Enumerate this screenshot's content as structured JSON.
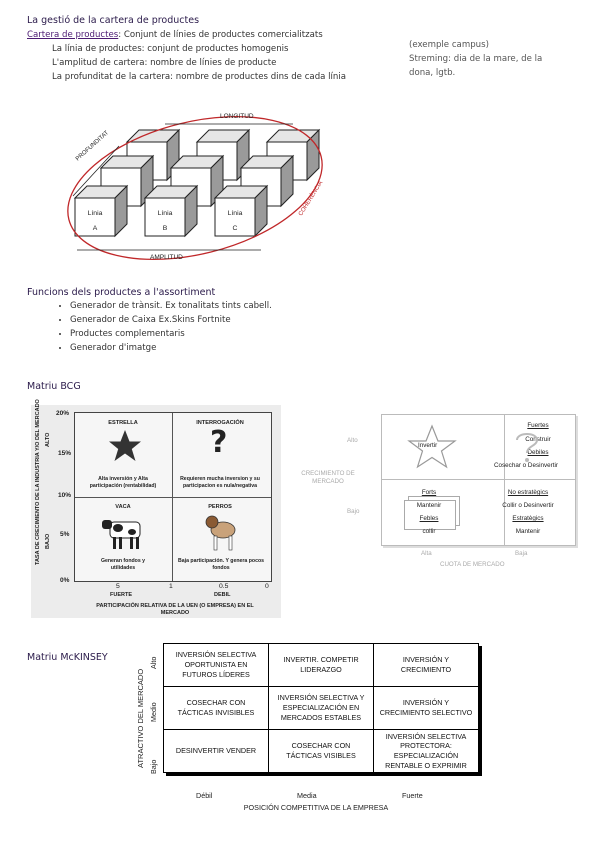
{
  "cartera": {
    "title": "La gestió de la cartera de productes",
    "def_term": "Cartera de productes",
    "def_text": ": Conjunt de línies de productes comercialitzats",
    "lines": [
      "La línia de productes: conjunt de productes homogenis",
      "L'amplitud de cartera: nombre de línies de producte",
      "La profunditat de la cartera: nombre de productes dins de cada línia"
    ],
    "note_lines": [
      "(exemple campus)",
      "Streming: dia de la mare, de la",
      "dona, lgtb."
    ]
  },
  "cube_diagram": {
    "longitud": "LONGITUD",
    "profunditat": "PROFUNDITAT",
    "amplitud": "AMPLITUD",
    "coherencia": "COHERÈNCIA",
    "lines": [
      {
        "label": "Línia",
        "letter": "A"
      },
      {
        "label": "Línia",
        "letter": "B"
      },
      {
        "label": "Línia",
        "letter": "C"
      }
    ],
    "accent": "#c0282a"
  },
  "funcions": {
    "title": "Funcions dels productes a l'assortiment",
    "items": [
      "Generador de trànsit. Ex tonalitats tints cabell.",
      "Generador de Caixa Ex.Skins Fortnite",
      "Productes complementaris",
      "Generador d'imatge"
    ]
  },
  "bcg": {
    "title": "Matriu BCG",
    "left": {
      "y_ticks": [
        "20%",
        "15%",
        "10%",
        "5%",
        "0%"
      ],
      "y_axis": "TASA DE CRECIMIENTO DE LA INDUSTRIA Y/O DEL MERCADO",
      "alto": "ALTO",
      "bajo": "BAJO",
      "x_ticks": [
        "5",
        "1",
        "0.5",
        "0"
      ],
      "fuerte": "FUERTE",
      "debil": "DEBIL",
      "x_axis": "PARTICIPACIÓN RELATIVA DE LA UEN (O EMPRESA) EN EL MERCADO",
      "q1_title": "ESTRELLA",
      "q1_text": "Alta inversión y Alta participación (rentabilidad)",
      "q2_title": "INTERROGACIÓN",
      "q2_text": "Requieren mucha inversion y su participacion es nula/negativa",
      "q3_title": "VACA",
      "q3_text": "Generan fondos y utilidades",
      "q4_title": "PERROS",
      "q4_text": "Baja participación. Y genera pocos fondos"
    },
    "right": {
      "alta_row": "Alto",
      "bajo_row": "Bajo",
      "y_axis": "CRECIMIENTO DE MERCADO",
      "x_alta": "Alta",
      "x_baja": "Baja",
      "x_axis": "CUOTA DE MERCADO",
      "star_label": "Invertir",
      "q2": [
        "Fuertes",
        "Construir",
        "Debiles",
        "Cosechar o Desinvertir"
      ],
      "q3": [
        "Forts",
        "Mantenir",
        "Febles",
        "collir"
      ],
      "q4": [
        "No estratègics",
        "Collir o Desinvertir",
        "Estratègics",
        "Mantenir"
      ]
    }
  },
  "mckinsey": {
    "title": "Matriu McKINSEY",
    "y_axis": "ATRACTIVO DEL MERCADO",
    "rows": [
      "Alto",
      "Medio",
      "Bajo"
    ],
    "cols": [
      "Débil",
      "Media",
      "Fuerte"
    ],
    "x_axis": "POSICIÓN COMPETITIVA DE LA EMPRESA",
    "cells": [
      [
        "INVERSIÓN SELECTIVA OPORTUNISTA EN FUTUROS LÍDERES",
        "INVERTIR. COMPETIR LIDERAZGO",
        "INVERSIÓN Y CRECIMIENTO"
      ],
      [
        "COSECHAR CON TÁCTICAS INVISIBLES",
        "INVERSIÓN SELECTIVA Y ESPECIALIZACIÓN EN MERCADOS ESTABLES",
        "INVERSIÓN Y CRECIMIENTO SELECTIVO"
      ],
      [
        "DESINVERTIR VENDER",
        "COSECHAR CON TÁCTICAS VISIBLES",
        "INVERSIÓN SELECTIVA PROTECTORA: ESPECIALIZACIÓN RENTABLE O EXPRIMIR"
      ]
    ]
  }
}
